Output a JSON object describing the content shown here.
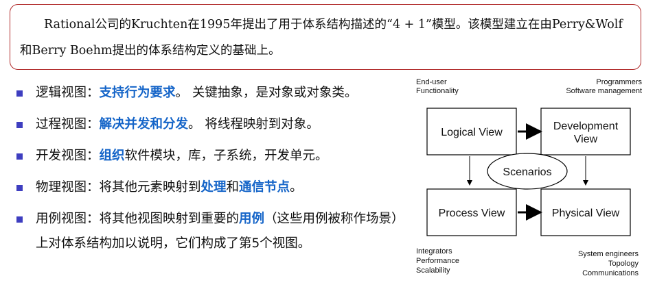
{
  "intro": {
    "text": "Rational公司的Kruchten在1995年提出了用于体系结构描述的“4 + 1”模型。该模型建立在由Perry&Wolf和Berry Boehm提出的体系结构定义的基础上。"
  },
  "bullets": [
    {
      "lead": "逻辑视图：",
      "highlight": "支持行为要求",
      "rest": "。 关键抽象，是对象或对象类。"
    },
    {
      "lead": "过程视图：",
      "highlight": "解决并发和分发",
      "rest": "。 将线程映射到对象。"
    },
    {
      "lead": "开发视图：",
      "highlight": "组织",
      "rest": "软件模块，库，子系统，开发单元。"
    },
    {
      "lead": "物理视图：将其他元素映射到",
      "highlight": "处理",
      "mid": "和",
      "highlight2": "通信节点",
      "rest": "。"
    },
    {
      "lead": "用例视图：将其他视图映射到重要的",
      "highlight": "用例",
      "rest": "（这些用例被称作场景）上对体系结构加以说明，它们构成了第5个视图。"
    }
  ],
  "diagram": {
    "top_left_note": [
      "End-user",
      "Functionality"
    ],
    "top_right_note": [
      "Programmers",
      "Software management"
    ],
    "bottom_left_note": [
      "Integrators",
      "Performance",
      "Scalability"
    ],
    "bottom_right_note": [
      "System engineers",
      "Topology",
      "Communications"
    ],
    "logical_view": "Logical View",
    "development_view": [
      "Development",
      "View"
    ],
    "scenarios": "Scenarios",
    "process_view": "Process View",
    "physical_view": "Physical View"
  }
}
